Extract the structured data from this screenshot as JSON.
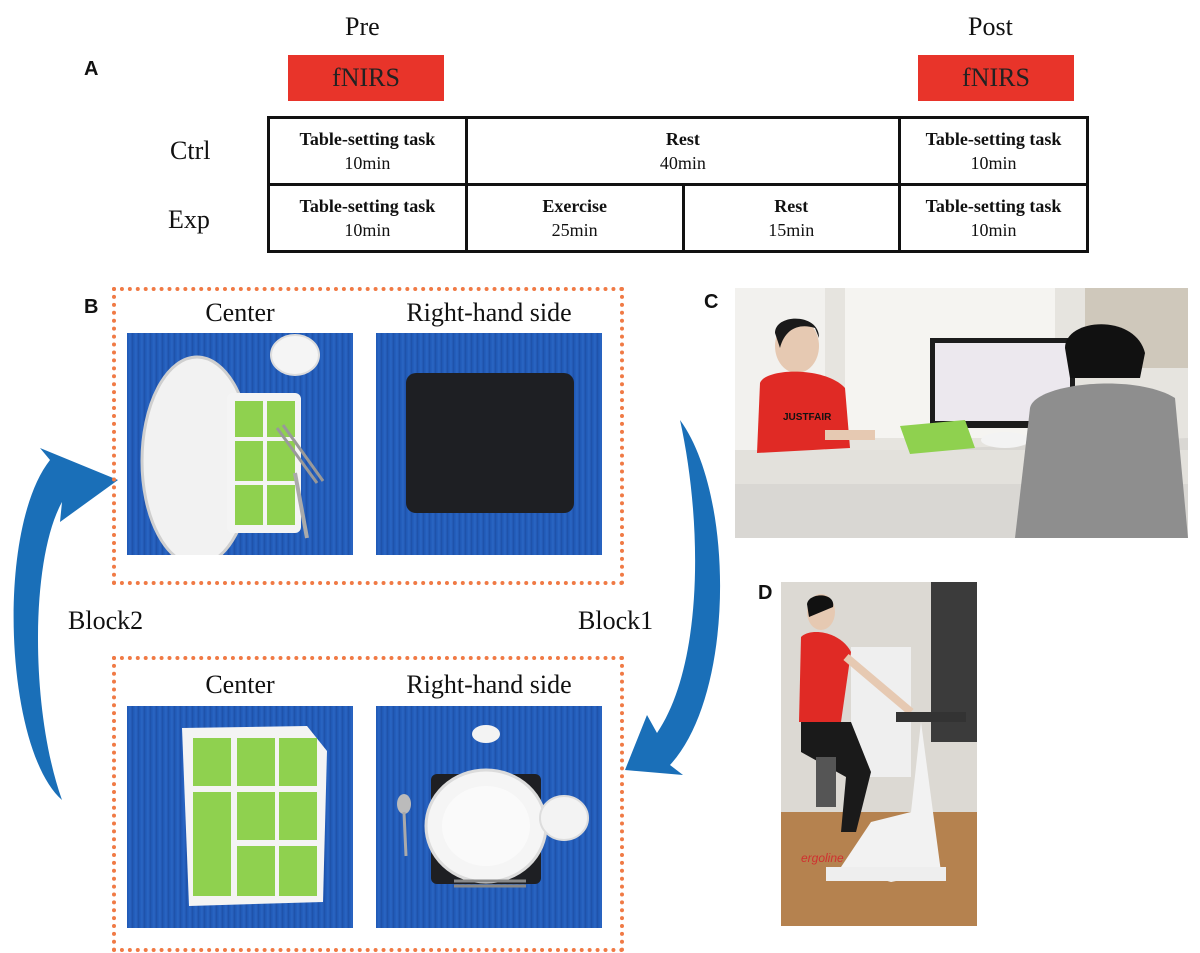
{
  "panels": {
    "a": "A",
    "b": "B",
    "c": "C",
    "d": "D"
  },
  "timeline": {
    "pre_label": "Pre",
    "post_label": "Post",
    "fnirs_pre": "fNIRS",
    "fnirs_post": "fNIRS",
    "rows": [
      {
        "label": "Ctrl",
        "cells": [
          {
            "title": "Table-setting task",
            "duration": "10min"
          },
          {
            "title": "Rest",
            "duration": "40min"
          },
          {
            "title": "Table-setting task",
            "duration": "10min"
          }
        ]
      },
      {
        "label": "Exp",
        "cells": [
          {
            "title": "Table-setting task",
            "duration": "10min"
          },
          {
            "title": "Exercise",
            "duration": "25min"
          },
          {
            "title": "Rest",
            "duration": "15min"
          },
          {
            "title": "Table-setting task",
            "duration": "10min"
          }
        ]
      }
    ]
  },
  "blocks": {
    "block1_label": "Block1",
    "block2_label": "Block2",
    "top": {
      "center_caption": "Center",
      "right_caption": "Right-hand side"
    },
    "bottom": {
      "center_caption": "Center",
      "right_caption": "Right-hand side"
    }
  },
  "photos": {
    "c_shirt_text": "JUSTFAIR",
    "d_bike_text": "ergoline"
  },
  "colors": {
    "fnirs": "#e8342a",
    "dotted_border": "#f07a45",
    "arrow": "#1a6fb8",
    "mat_blue": "#2460bd",
    "caddy_green": "#8fd14f",
    "shirt_red": "#e02a25"
  }
}
